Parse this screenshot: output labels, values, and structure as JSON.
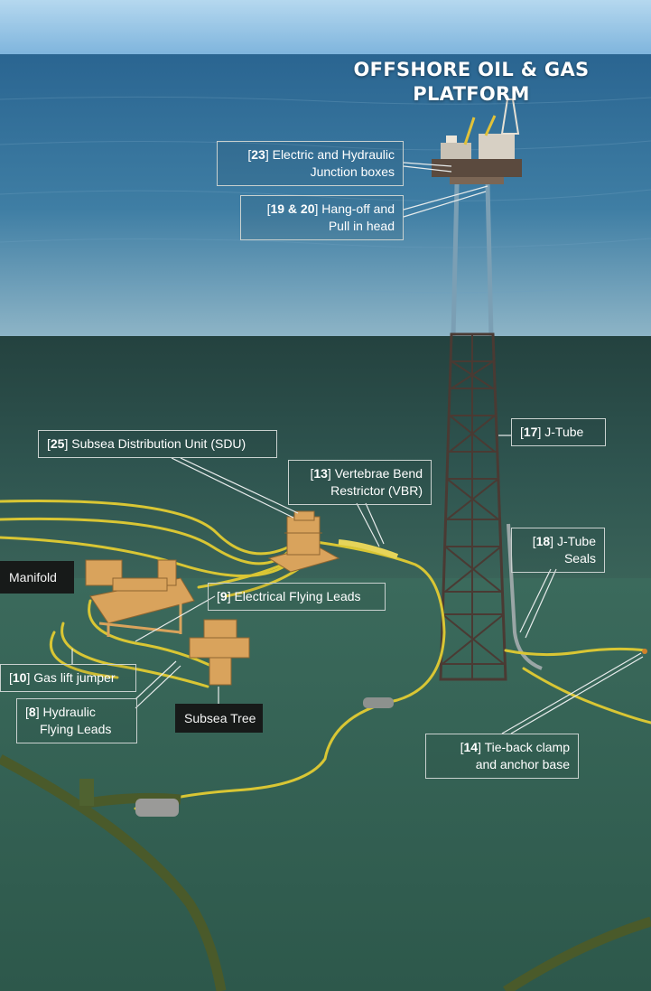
{
  "title": {
    "line1": "OFFSHORE OIL & GAS",
    "line2": "PLATFORM"
  },
  "callouts": [
    {
      "id": "c23",
      "num": "23",
      "line1": "Electric and Hydraulic",
      "line2": "Junction boxes"
    },
    {
      "id": "c1920",
      "num": "19 & 20",
      "line1": "Hang-off and",
      "line2": "Pull in head"
    },
    {
      "id": "c17",
      "num": "17",
      "line1": "J-Tube",
      "line2": ""
    },
    {
      "id": "c25",
      "num": "25",
      "line1": "Subsea Distribution Unit (SDU)",
      "line2": ""
    },
    {
      "id": "c13",
      "num": "13",
      "line1": "Vertebrae Bend",
      "line2": "Restrictor (VBR)"
    },
    {
      "id": "c18",
      "num": "18",
      "line1": "J-Tube",
      "line2": "Seals"
    },
    {
      "id": "c9",
      "num": "9",
      "line1": "Electrical Flying Leads",
      "line2": ""
    },
    {
      "id": "c10",
      "num": "10",
      "line1": "Gas lift jumper",
      "line2": ""
    },
    {
      "id": "c8",
      "num": "8",
      "line1": "Hydraulic",
      "line2": "Flying Leads"
    },
    {
      "id": "c14",
      "num": "14",
      "line1": "Tie-back clamp",
      "line2": "and anchor base"
    }
  ],
  "labels": {
    "manifold": "Manifold",
    "subsea_tree": "Subsea Tree"
  },
  "colors": {
    "sky": "#8fc3e6",
    "sea_surface": "#2f6e98",
    "seabed": "#2c4f49",
    "cable": "#d9c634",
    "structure": "#d9a35c",
    "jacket": "#4a3a33"
  }
}
